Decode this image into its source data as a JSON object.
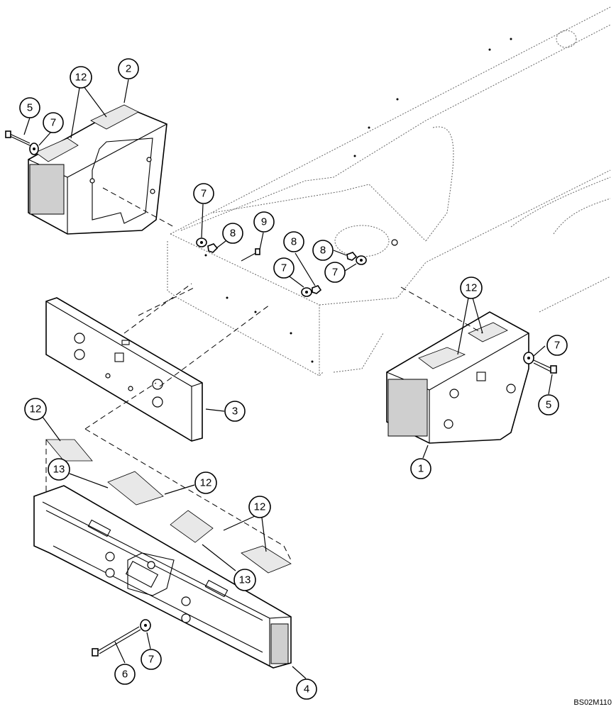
{
  "reference_code": "BS02M110",
  "callouts": {
    "c2": "2",
    "c12a": "12",
    "c5a": "5",
    "c7a": "7",
    "c7b": "7",
    "c8a": "8",
    "c9": "9",
    "c8b": "8",
    "c7c": "7",
    "c8c": "8",
    "c7d": "7",
    "c12b": "12",
    "c7e": "7",
    "c5b": "5",
    "c1": "1",
    "c3": "3",
    "c12c": "12",
    "c13a": "13",
    "c12d": "12",
    "c12e": "12",
    "c13b": "13",
    "c6": "6",
    "c7f": "7",
    "c4": "4"
  }
}
